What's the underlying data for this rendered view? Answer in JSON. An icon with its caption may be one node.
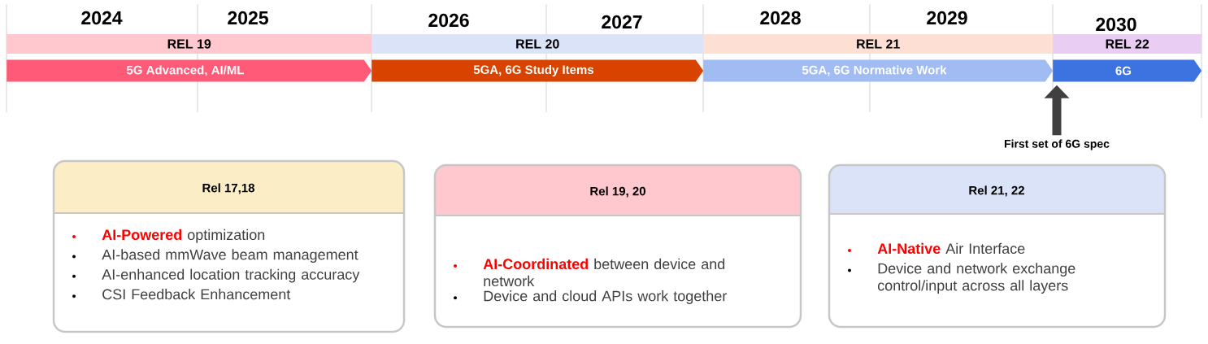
{
  "diagram": {
    "nodes": [
      {
        "text": [
          "REL 19"
        ]
      },
      {
        "text": [
          "REL 20"
        ]
      },
      {
        "text": [
          "REL 21"
        ]
      },
      {
        "text": [
          "REL 22"
        ]
      },
      {
        "text": [
          "5G Advanced, AI/ML"
        ]
      },
      {
        "text": [
          "5GA, 6G Study Items"
        ]
      },
      {
        "text": [
          "5GA, 6G Normative Work"
        ]
      },
      {
        "text": [
          "6G"
        ]
      },
      {
        "text": [
          "First set of 6G spec"
        ]
      },
      {
        "text": [
          "Rel 17,18",
          "**AI-Powered** optimization",
          "AI-based mmWave beam management",
          "AI-enhanced location tracking accuracy",
          "CSI Feedback Enhancement"
        ]
      },
      {
        "text": [
          "Rel 19, 20",
          "**AI-Coordinated** between device and network",
          "Device and cloud APIs work together"
        ]
      },
      {
        "text": [
          "Rel 21, 22",
          "**AI-Native** Air Interface",
          "Device and network exchange control/input across all layers"
        ]
      }
    ],
    "edges": [
      {
        "from": 8,
        "to": 7,
        "arrow": "to"
      }
    ],
    "labels": [
      "2024",
      "2025",
      "2026",
      "2027",
      "2028",
      "2029",
      "2030"
    ]
  }
}
